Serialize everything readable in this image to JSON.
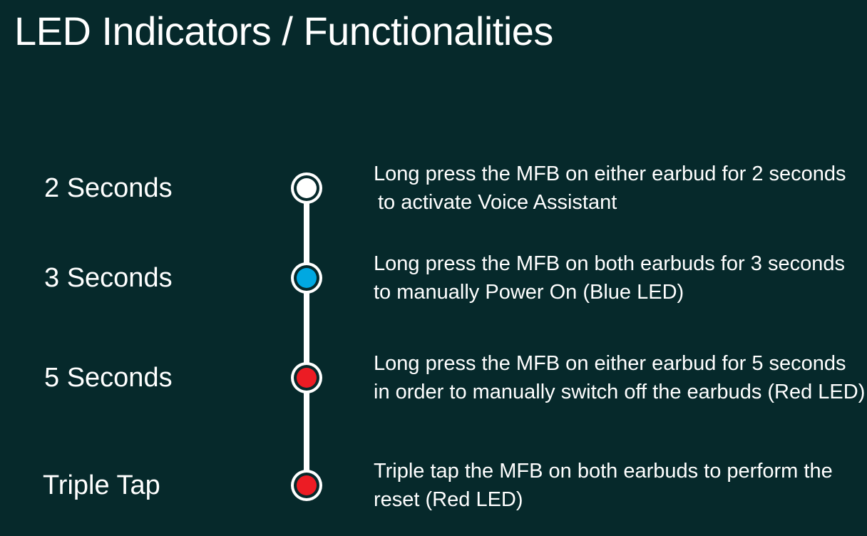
{
  "slide": {
    "title": "LED Indicators / Functionalities",
    "background_color": "#06292b",
    "text_color": "#ffffff",
    "line_color": "#ffffff"
  },
  "colors": {
    "white_led": "#ffffff",
    "blue_led": "#00a8e1",
    "red_led": "#ec1c24",
    "background": "#06292b"
  },
  "rows": [
    {
      "label": "2 Seconds",
      "led": "white",
      "icon": "led-circle-white-icon",
      "line_1": "Long press the MFB on either earbud for 2 seconds",
      "line_2": "to activate Voice Assistant"
    },
    {
      "label": "3 Seconds",
      "led": "blue",
      "icon": "led-circle-blue-icon",
      "line_1": "Long press the MFB on both earbuds for 3 seconds",
      "line_2": "to manually Power On (Blue LED)"
    },
    {
      "label": "5 Seconds",
      "led": "red",
      "icon": "led-circle-red-icon",
      "line_1": "Long press the MFB on either earbud for 5 seconds",
      "line_2": "in order to manually switch off the earbuds (Red LED)"
    },
    {
      "label": "Triple Tap",
      "led": "red",
      "icon": "led-circle-red-icon",
      "line_1": "Triple tap the MFB on both earbuds to perform the",
      "line_2": "reset (Red LED)"
    }
  ]
}
